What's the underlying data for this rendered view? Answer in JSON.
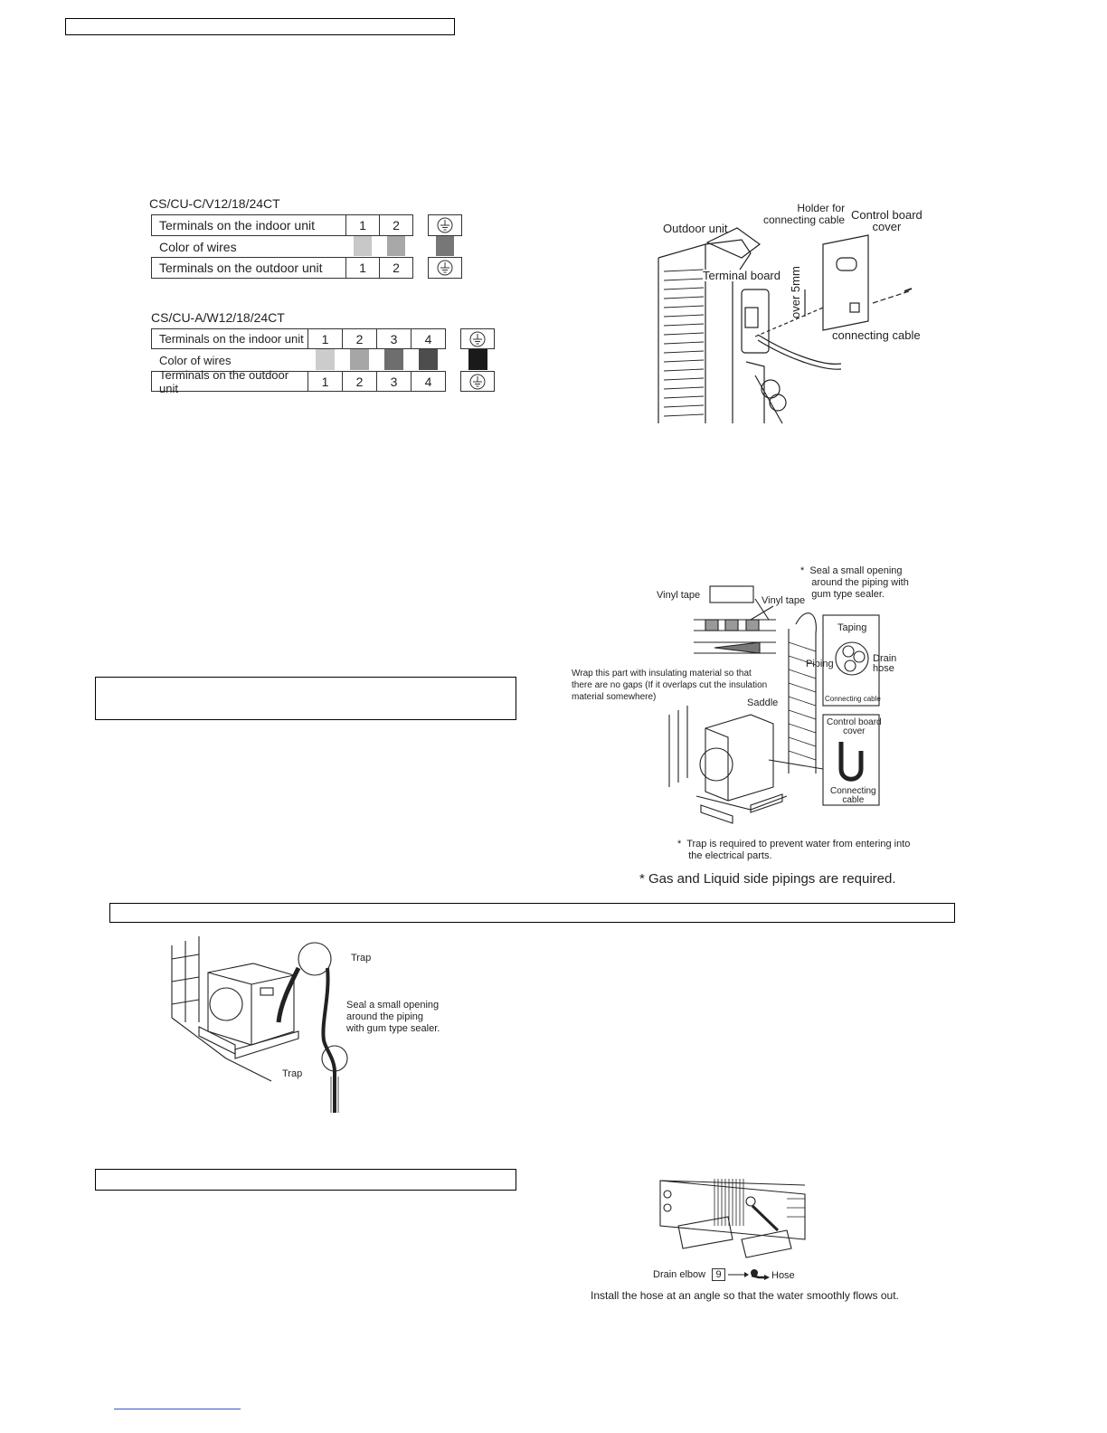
{
  "wiring_tables": [
    {
      "model": "CS/CU-C/V12/18/24CT",
      "indoor_label": "Terminals on the indoor unit",
      "color_label": "Color of wires",
      "outdoor_label": "Terminals on the outdoor unit",
      "terminals": [
        "1",
        "2"
      ],
      "wire_colors": [
        "#c8c8c8",
        "#a8a8a8"
      ],
      "ground_wire_color": "#777777"
    },
    {
      "model": "CS/CU-A/W12/18/24CT",
      "indoor_label": "Terminals on the indoor unit",
      "color_label": "Color of wires",
      "outdoor_label": "Terminals on the outdoor unit",
      "terminals": [
        "1",
        "2",
        "3",
        "4"
      ],
      "wire_colors": [
        "#cccccc",
        "#a6a6a6",
        "#6e6e6e",
        "#4d4d4d"
      ],
      "ground_wire_color": "#1a1a1a"
    }
  ],
  "outdoor_diagram": {
    "outdoor_unit": "Outdoor unit",
    "holder": "Holder for\nconnecting cable",
    "control_board_cover": "Control board\ncover",
    "terminal_board": "Terminal board",
    "over_5mm": "over 5mm",
    "connecting_cable": "connecting cable"
  },
  "piping_diagram": {
    "seal_note": "*  Seal a small opening\n    around the piping with\n    gum type sealer.",
    "vinyl_tape_1": "Vinyl tape",
    "vinyl_tape_2": "Vinyl tape",
    "taping": "Taping",
    "piping": "Piping",
    "drain_hose": "Drain\nhose",
    "connecting_cable_inset": "Connecting cable",
    "wrap_note": "Wrap this part with insulating material so that\nthere are no gaps (If it overlaps cut the insulation\nmaterial somewhere)",
    "saddle": "Saddle",
    "control_board_cover": "Control board\ncover",
    "connecting_cable": "Connecting\ncable",
    "trap_note": "*  Trap is required to prevent water from entering into\n    the electrical parts.",
    "gas_liquid_note": "* Gas and Liquid side pipings are required."
  },
  "trap_diagram": {
    "trap_top": "Trap",
    "seal_note": "Seal a small opening\naround the piping\nwith gum type sealer.",
    "trap_bottom": "Trap"
  },
  "drain_diagram": {
    "drain_elbow": "Drain elbow",
    "elbow_number": "9",
    "hose": "Hose",
    "caption": "Install the hose at an angle so that the water smoothly flows out."
  }
}
